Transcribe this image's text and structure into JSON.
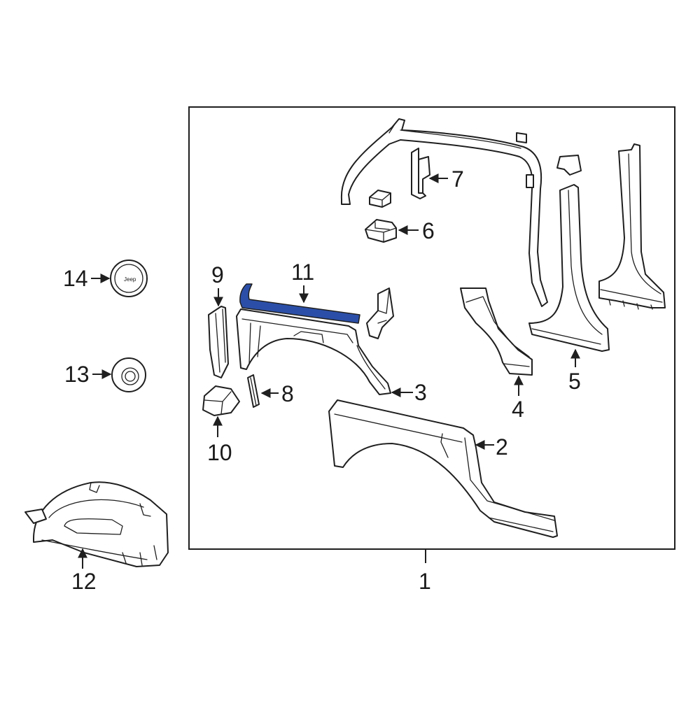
{
  "diagram": {
    "highlight_color": "#2b4fa8",
    "outline_color": "#1f1f1f",
    "callouts": {
      "c1": "1",
      "c2": "2",
      "c3": "3",
      "c4": "4",
      "c5": "5",
      "c6": "6",
      "c7": "7",
      "c8": "8",
      "c9": "9",
      "c10": "10",
      "c11": "11",
      "c12": "12",
      "c13": "13",
      "c14": "14"
    },
    "badge_text": "Jeep"
  }
}
